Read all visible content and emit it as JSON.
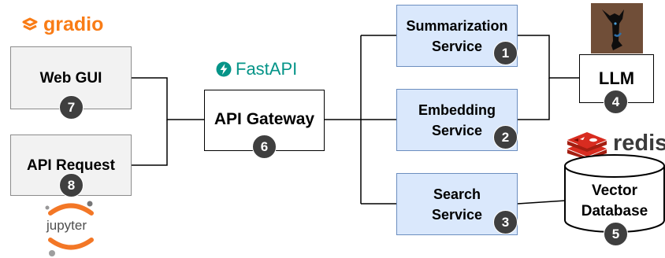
{
  "logos": {
    "gradio": {
      "text": "gradio",
      "color": "#f97c16"
    },
    "fastapi": {
      "text": "FastAPI",
      "color": "#059488"
    },
    "redis": {
      "text": "redis",
      "color": "#d82c20"
    },
    "jupyter": {
      "text": "jupyter",
      "color": "#f37726"
    }
  },
  "nodes": {
    "web_gui": {
      "label": "Web GUI",
      "badge": "7"
    },
    "api_request": {
      "label": "API Request",
      "badge": "8"
    },
    "api_gateway": {
      "label": "API Gateway",
      "badge": "6"
    },
    "summarization": {
      "line1": "Summarization",
      "line2": "Service",
      "badge": "1"
    },
    "embedding": {
      "line1": "Embedding",
      "line2": "Service",
      "badge": "2"
    },
    "search": {
      "line1": "Search",
      "line2": "Service",
      "badge": "3"
    },
    "llm": {
      "label": "LLM",
      "badge": "4"
    },
    "vector_db": {
      "line1": "Vector",
      "line2": "Database",
      "badge": "5"
    }
  },
  "colors": {
    "service_fill": "#dae8fc",
    "service_border": "#6c8ebf",
    "client_fill": "#f2f2f2",
    "badge": "#3f3f3f"
  }
}
